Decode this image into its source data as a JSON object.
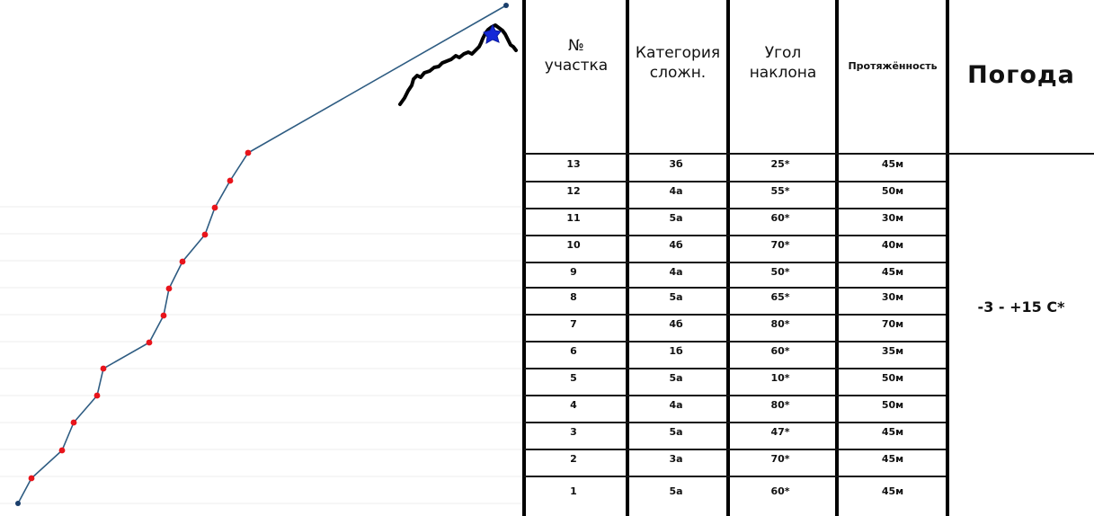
{
  "headers": {
    "num_line1": "№",
    "num_line2": "участка",
    "cat_line1": "Категория",
    "cat_line2": "сложн.",
    "angle_line1": "Угол",
    "angle_line2": "наклона",
    "length": "Протяжённость",
    "weather": "Погода"
  },
  "sections": [
    {
      "num": "13",
      "cat": "3б",
      "angle": "25*",
      "length": "45м"
    },
    {
      "num": "12",
      "cat": "4а",
      "angle": "55*",
      "length": "50м"
    },
    {
      "num": "11",
      "cat": "5а",
      "angle": "60*",
      "length": "30м"
    },
    {
      "num": "10",
      "cat": "4б",
      "angle": "70*",
      "length": "40м"
    },
    {
      "num": "9",
      "cat": "4а",
      "angle": "50*",
      "length": "45м"
    },
    {
      "num": "8",
      "cat": "5а",
      "angle": "65*",
      "length": "30м"
    },
    {
      "num": "7",
      "cat": "4б",
      "angle": "80*",
      "length": "70м"
    },
    {
      "num": "6",
      "cat": "1б",
      "angle": "60*",
      "length": "35м"
    },
    {
      "num": "5",
      "cat": "5а",
      "angle": "10*",
      "length": "50м"
    },
    {
      "num": "4",
      "cat": "4а",
      "angle": "80*",
      "length": "50м"
    },
    {
      "num": "3",
      "cat": "5а",
      "angle": "47*",
      "length": "45м"
    },
    {
      "num": "2",
      "cat": "3а",
      "angle": "70*",
      "length": "45м"
    },
    {
      "num": "1",
      "cat": "5а",
      "angle": "60*",
      "length": "45м"
    }
  ],
  "weather_value": "-3 - +15 С*",
  "colors": {
    "route_line": "#2e5c82",
    "waypoint": "#e8141b",
    "endpoint": "#1a3e6b",
    "summit_flag": "#1428d8",
    "ridge": "#000000",
    "gridline": "#ececec"
  }
}
